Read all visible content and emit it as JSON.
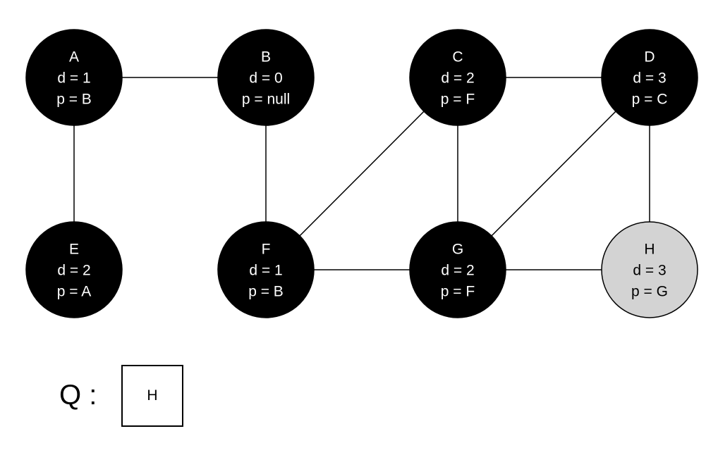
{
  "colors": {
    "visited_fill": "#000000",
    "visited_text": "#ffffff",
    "frontier_fill": "#d3d3d3",
    "frontier_text": "#000000",
    "edge": "#000000"
  },
  "nodes": [
    {
      "id": "A",
      "name": "A",
      "d": "d = 1",
      "p": "p = B",
      "state": "visited"
    },
    {
      "id": "B",
      "name": "B",
      "d": "d = 0",
      "p": "p = null",
      "state": "visited"
    },
    {
      "id": "C",
      "name": "C",
      "d": "d = 2",
      "p": "p = F",
      "state": "visited"
    },
    {
      "id": "D",
      "name": "D",
      "d": "d = 3",
      "p": "p = C",
      "state": "visited"
    },
    {
      "id": "E",
      "name": "E",
      "d": "d = 2",
      "p": "p = A",
      "state": "visited"
    },
    {
      "id": "F",
      "name": "F",
      "d": "d = 1",
      "p": "p = B",
      "state": "visited"
    },
    {
      "id": "G",
      "name": "G",
      "d": "d = 2",
      "p": "p = F",
      "state": "visited"
    },
    {
      "id": "H",
      "name": "H",
      "d": "d = 3",
      "p": "p = G",
      "state": "frontier"
    }
  ],
  "edges": [
    [
      "A",
      "B"
    ],
    [
      "A",
      "E"
    ],
    [
      "B",
      "F"
    ],
    [
      "C",
      "D"
    ],
    [
      "C",
      "F"
    ],
    [
      "C",
      "G"
    ],
    [
      "D",
      "G"
    ],
    [
      "D",
      "H"
    ],
    [
      "F",
      "G"
    ],
    [
      "G",
      "H"
    ]
  ],
  "queue": {
    "label": "Q :",
    "items": [
      "H"
    ]
  }
}
